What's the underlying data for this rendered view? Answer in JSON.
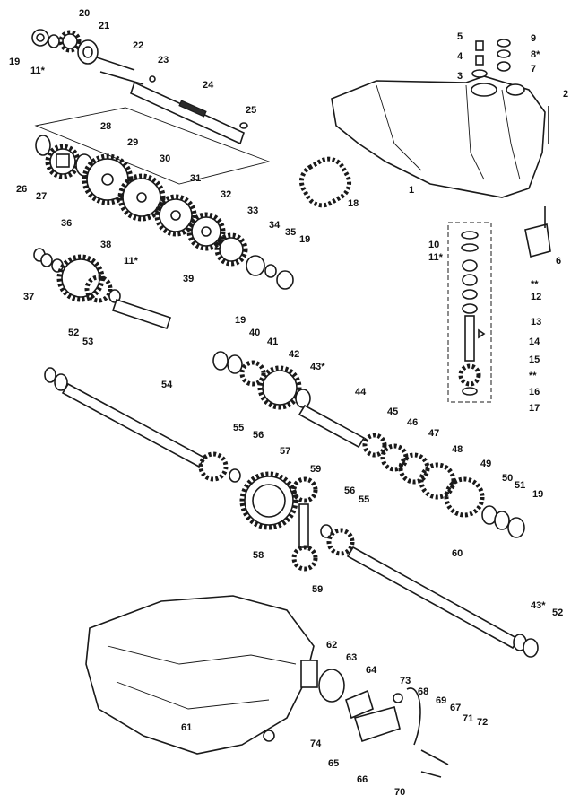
{
  "callouts": [
    {
      "id": "c1",
      "text": "1"
    },
    {
      "id": "c2",
      "text": "2"
    },
    {
      "id": "c3",
      "text": "3"
    },
    {
      "id": "c4",
      "text": "4"
    },
    {
      "id": "c5",
      "text": "5"
    },
    {
      "id": "c6",
      "text": "6"
    },
    {
      "id": "c7",
      "text": "7"
    },
    {
      "id": "c8",
      "text": "8*"
    },
    {
      "id": "c9",
      "text": "9"
    },
    {
      "id": "c10",
      "text": "10"
    },
    {
      "id": "c11a",
      "text": "11*"
    },
    {
      "id": "c11b",
      "text": "11*"
    },
    {
      "id": "c11c",
      "text": "11*"
    },
    {
      "id": "c12",
      "text": "12"
    },
    {
      "id": "c13",
      "text": "13"
    },
    {
      "id": "c14",
      "text": "14"
    },
    {
      "id": "c15",
      "text": "15"
    },
    {
      "id": "c16",
      "text": "16"
    },
    {
      "id": "c17",
      "text": "17"
    },
    {
      "id": "c18",
      "text": "18"
    },
    {
      "id": "c19a",
      "text": "19"
    },
    {
      "id": "c19b",
      "text": "19"
    },
    {
      "id": "c19c",
      "text": "19"
    },
    {
      "id": "c19d",
      "text": "19"
    },
    {
      "id": "c20",
      "text": "20"
    },
    {
      "id": "c21",
      "text": "21"
    },
    {
      "id": "c22",
      "text": "22"
    },
    {
      "id": "c23",
      "text": "23"
    },
    {
      "id": "c24",
      "text": "24"
    },
    {
      "id": "c25",
      "text": "25"
    },
    {
      "id": "c26",
      "text": "26"
    },
    {
      "id": "c27",
      "text": "27"
    },
    {
      "id": "c28",
      "text": "28"
    },
    {
      "id": "c29",
      "text": "29"
    },
    {
      "id": "c30",
      "text": "30"
    },
    {
      "id": "c31",
      "text": "31"
    },
    {
      "id": "c32",
      "text": "32"
    },
    {
      "id": "c33",
      "text": "33"
    },
    {
      "id": "c34",
      "text": "34"
    },
    {
      "id": "c35",
      "text": "35"
    },
    {
      "id": "c36",
      "text": "36"
    },
    {
      "id": "c37",
      "text": "37"
    },
    {
      "id": "c38",
      "text": "38"
    },
    {
      "id": "c39",
      "text": "39"
    },
    {
      "id": "c40",
      "text": "40"
    },
    {
      "id": "c41",
      "text": "41"
    },
    {
      "id": "c42",
      "text": "42"
    },
    {
      "id": "c43a",
      "text": "43*"
    },
    {
      "id": "c43b",
      "text": "43*"
    },
    {
      "id": "c44",
      "text": "44"
    },
    {
      "id": "c45",
      "text": "45"
    },
    {
      "id": "c46",
      "text": "46"
    },
    {
      "id": "c47",
      "text": "47"
    },
    {
      "id": "c48",
      "text": "48"
    },
    {
      "id": "c49",
      "text": "49"
    },
    {
      "id": "c50",
      "text": "50"
    },
    {
      "id": "c51",
      "text": "51"
    },
    {
      "id": "c52a",
      "text": "52"
    },
    {
      "id": "c52b",
      "text": "52"
    },
    {
      "id": "c53",
      "text": "53"
    },
    {
      "id": "c54",
      "text": "54"
    },
    {
      "id": "c55a",
      "text": "55"
    },
    {
      "id": "c55b",
      "text": "55"
    },
    {
      "id": "c56a",
      "text": "56"
    },
    {
      "id": "c56b",
      "text": "56"
    },
    {
      "id": "c57",
      "text": "57"
    },
    {
      "id": "c58",
      "text": "58"
    },
    {
      "id": "c59a",
      "text": "59"
    },
    {
      "id": "c59b",
      "text": "59"
    },
    {
      "id": "c60",
      "text": "60"
    },
    {
      "id": "c61",
      "text": "61"
    },
    {
      "id": "c62",
      "text": "62"
    },
    {
      "id": "c63",
      "text": "63"
    },
    {
      "id": "c64",
      "text": "64"
    },
    {
      "id": "c65",
      "text": "65"
    },
    {
      "id": "c66",
      "text": "66"
    },
    {
      "id": "c67",
      "text": "67"
    },
    {
      "id": "c68",
      "text": "68"
    },
    {
      "id": "c69",
      "text": "69"
    },
    {
      "id": "c70",
      "text": "70"
    },
    {
      "id": "c71",
      "text": "71"
    },
    {
      "id": "c72",
      "text": "72"
    },
    {
      "id": "c73",
      "text": "73"
    },
    {
      "id": "c74",
      "text": "74"
    },
    {
      "id": "cstar1",
      "text": "**"
    },
    {
      "id": "cstar2",
      "text": "**"
    }
  ]
}
